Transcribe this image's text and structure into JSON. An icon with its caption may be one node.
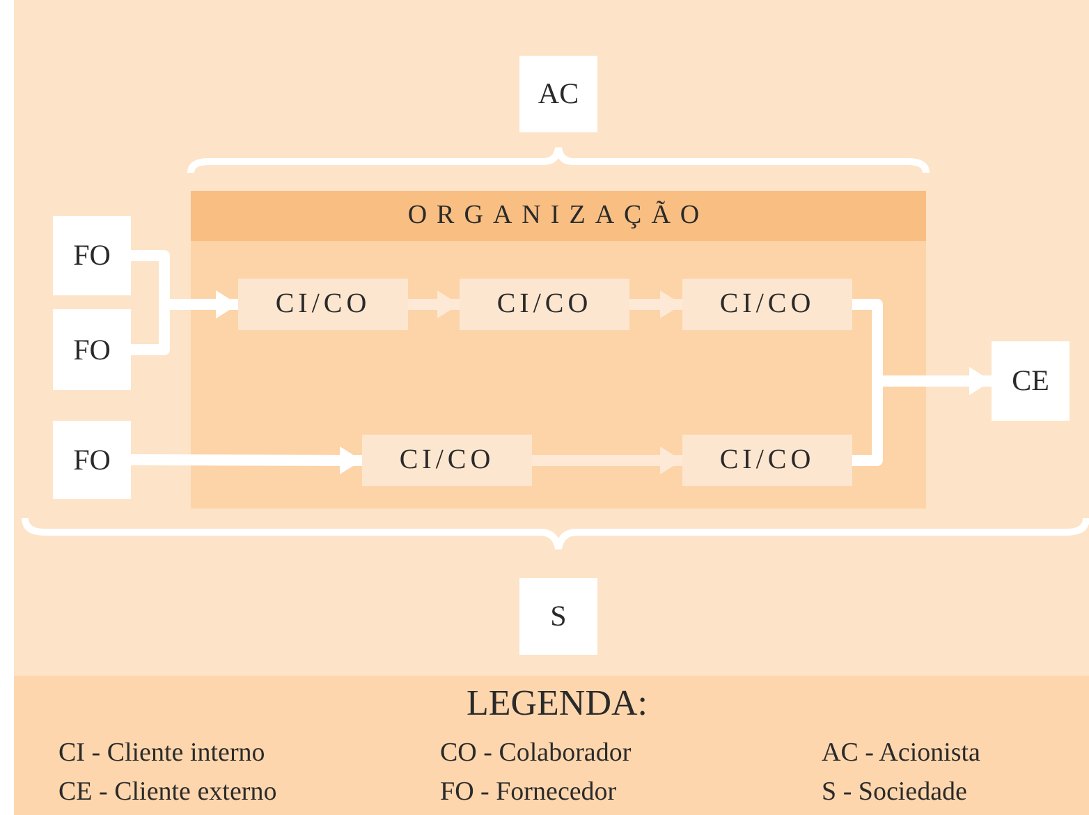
{
  "diagram": {
    "nodes": [
      {
        "text": [
          "AC"
        ]
      },
      {
        "text": [
          "ORGANIZAÇÃO"
        ]
      },
      {
        "text": [
          "FO"
        ]
      },
      {
        "text": [
          "FO"
        ]
      },
      {
        "text": [
          "FO"
        ]
      },
      {
        "text": [
          "CI/CO"
        ],
        "in": 1
      },
      {
        "text": [
          "CI/CO"
        ],
        "in": 1
      },
      {
        "text": [
          "CI/CO"
        ],
        "in": 1
      },
      {
        "text": [
          "CI/CO"
        ],
        "in": 1
      },
      {
        "text": [
          "CI/CO"
        ],
        "in": 1
      },
      {
        "text": [
          "CE"
        ]
      },
      {
        "text": [
          "S"
        ]
      }
    ],
    "edges": [
      {
        "from": 2,
        "to": 5,
        "arrow": "to"
      },
      {
        "from": 3,
        "to": 5,
        "arrow": "to"
      },
      {
        "from": 5,
        "to": 6,
        "arrow": "to",
        "color": "#fde9d5"
      },
      {
        "from": 6,
        "to": 7,
        "arrow": "to",
        "color": "#fde9d5"
      },
      {
        "from": 4,
        "to": 8,
        "arrow": "to"
      },
      {
        "from": 8,
        "to": 9,
        "arrow": "to",
        "color": "#fde9d5"
      },
      {
        "from": 7,
        "to": 10,
        "arrow": "to"
      },
      {
        "from": 9,
        "to": 10,
        "arrow": "to"
      }
    ],
    "labels": [
      "LEGENDA:",
      "CI - Cliente interno",
      "CO - Colaborador",
      "AC - Acionista",
      "CE - Cliente externo",
      "FO - Fornecedor",
      "S - Sociedade"
    ]
  }
}
